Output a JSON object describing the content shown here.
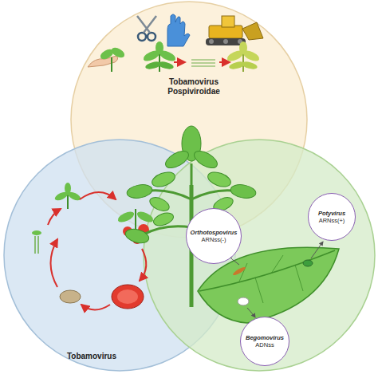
{
  "diagram": {
    "nodes": [
      {
        "text": [
          "Tobamovirus",
          "Pospiviroidae"
        ]
      },
      {
        "text": [
          "Tobamovirus"
        ]
      },
      {
        "text": [
          "Orthotospovirus",
          "ARNss(-)"
        ]
      },
      {
        "text": [
          "Potyvirus",
          "ARNss(+)"
        ]
      },
      {
        "text": [
          "Begomovirus",
          "ADNss"
        ]
      }
    ]
  }
}
